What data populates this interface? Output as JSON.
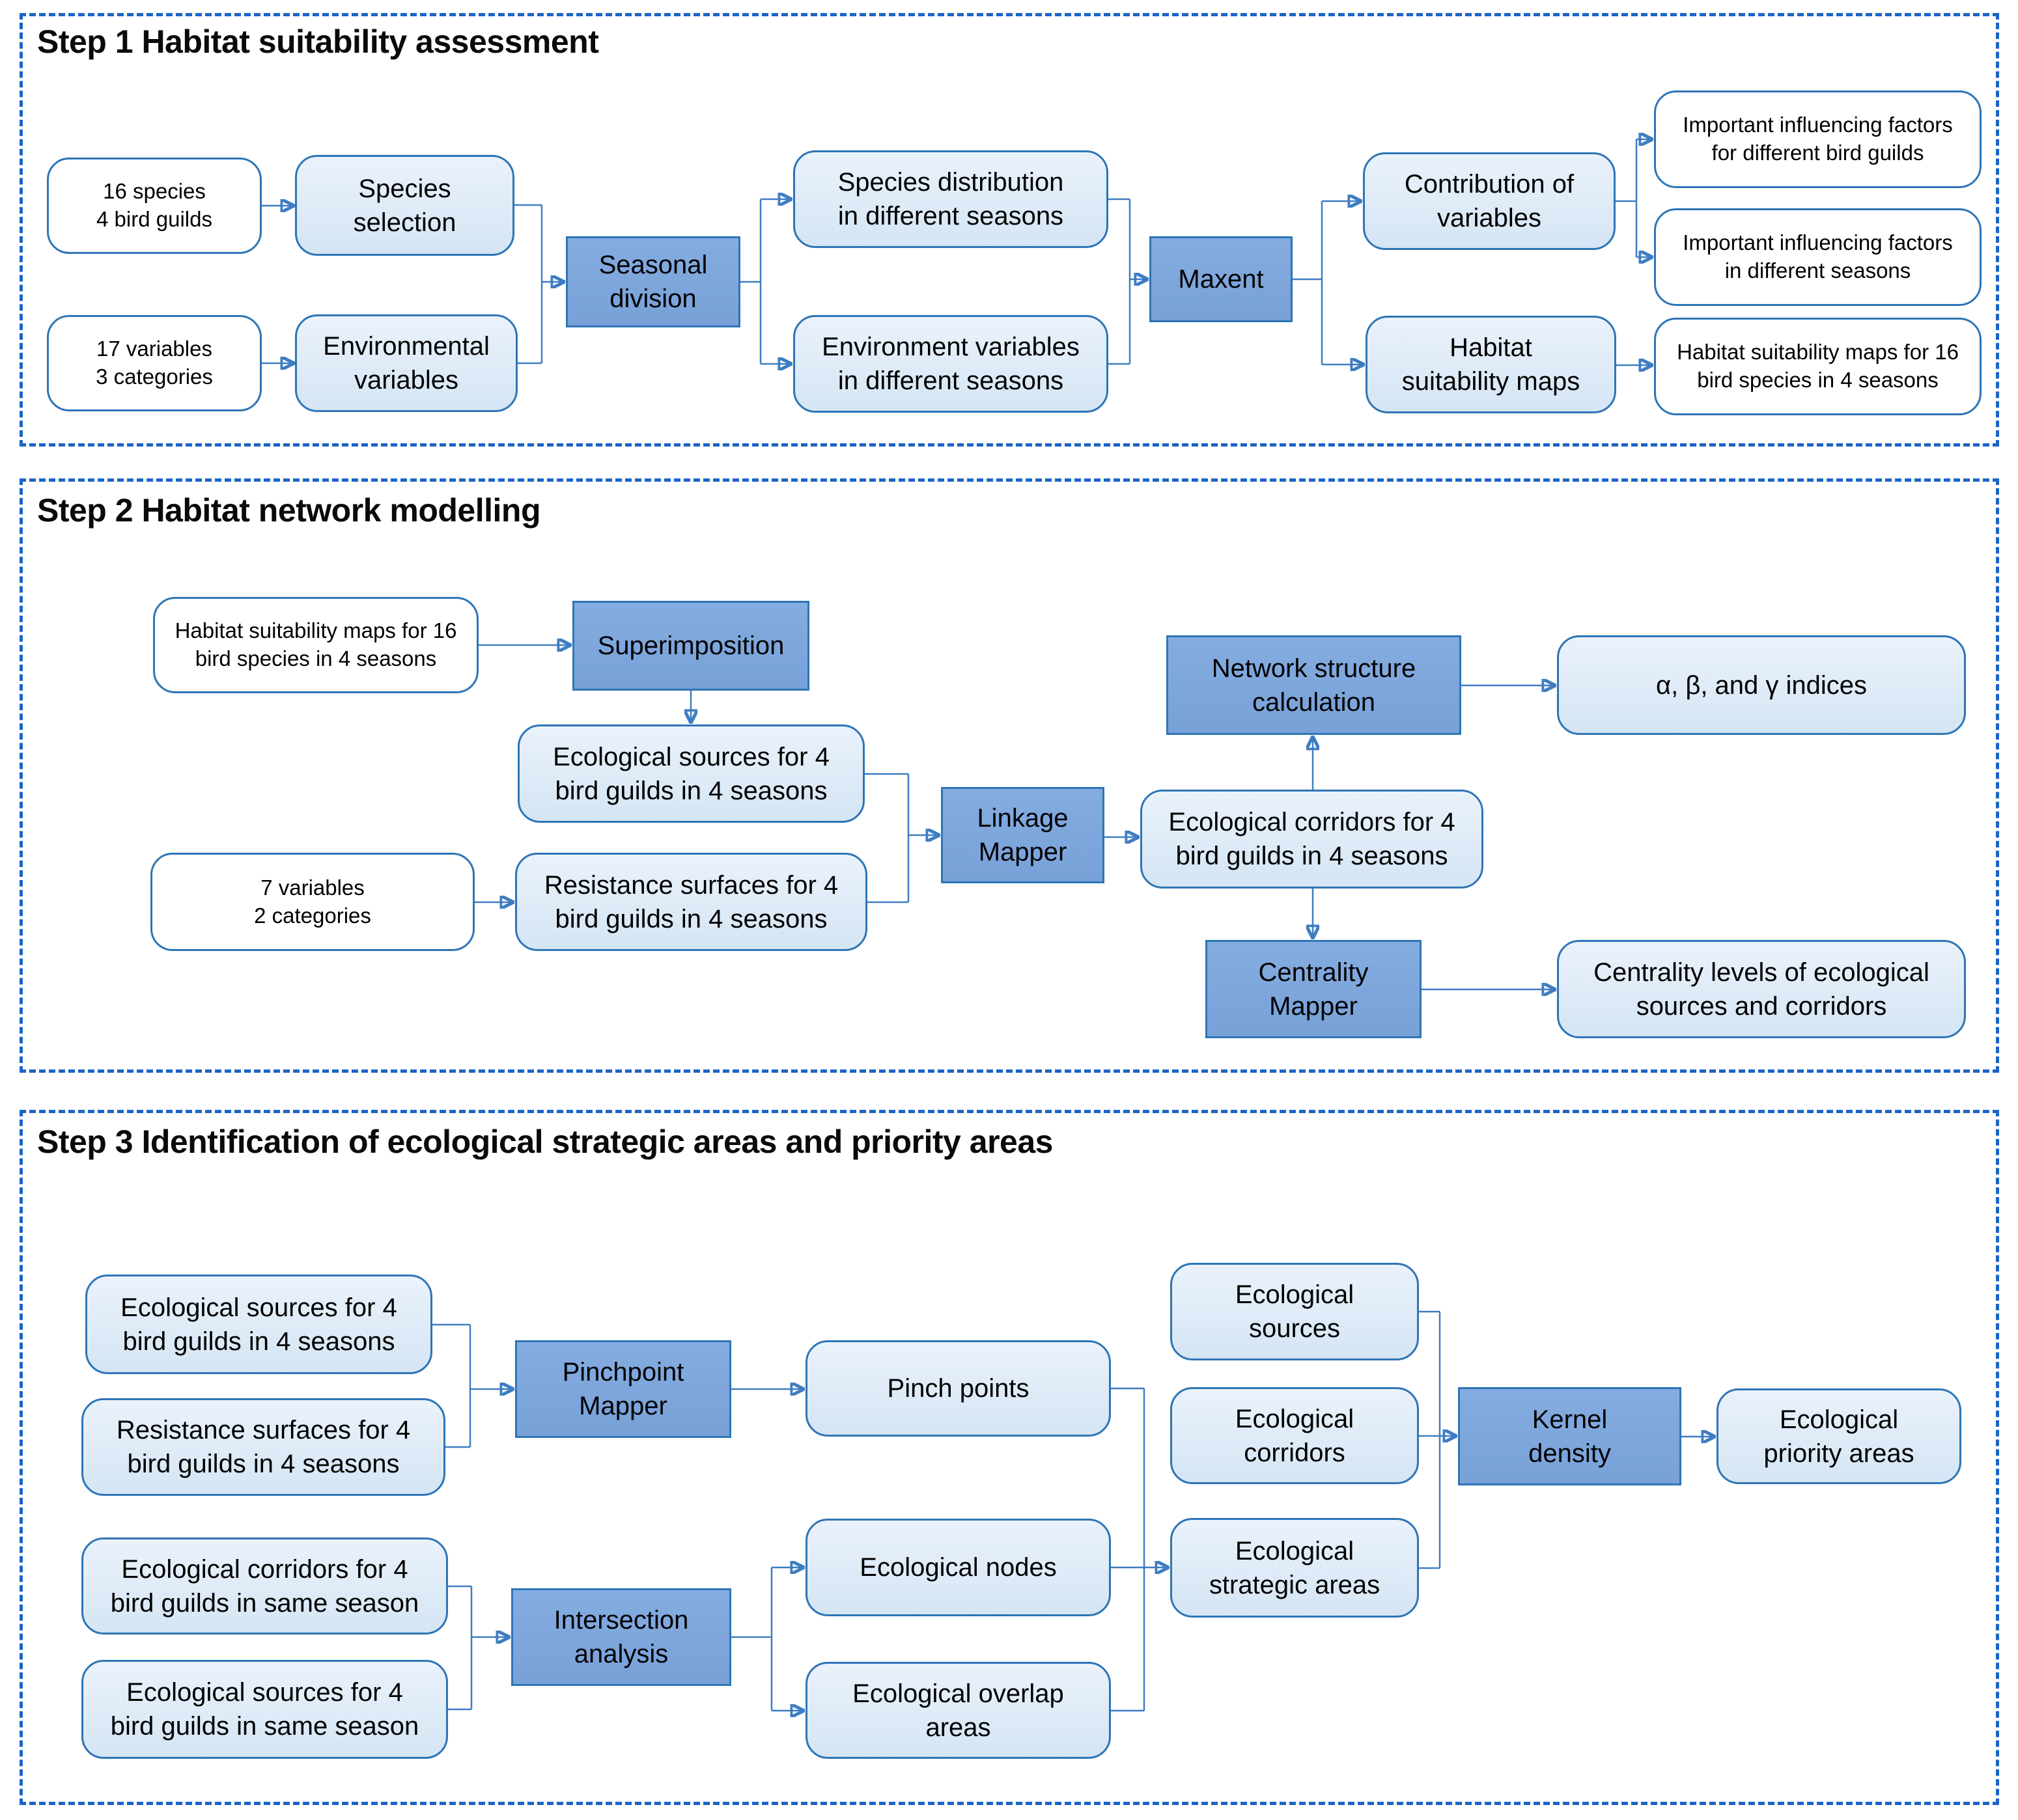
{
  "colors": {
    "panel_border": "#1B64C8",
    "box_border": "#2E75B6",
    "box_dark_fill": "#7DA5DB",
    "box_light_fill": "#DCE9F6",
    "box_white_fill": "#FFFFFF",
    "connector": "#3E7DC2",
    "text": "#000000"
  },
  "figure": {
    "panels": [
      {
        "title": "Step 1 Habitat suitability assessment",
        "nodes": [
          {
            "label": "16 species\n4 bird guilds"
          },
          {
            "label": "Species\nselection"
          },
          {
            "label": "17 variables\n3 categories"
          },
          {
            "label": "Environmental\nvariables"
          },
          {
            "label": "Seasonal\ndivision"
          },
          {
            "label": "Species distribution\nin different seasons"
          },
          {
            "label": "Environment variables\nin different seasons"
          },
          {
            "label": "Maxent"
          },
          {
            "label": "Contribution of\nvariables"
          },
          {
            "label": "Habitat\nsuitability maps"
          },
          {
            "label": "Important influencing factors\nfor different bird guilds"
          },
          {
            "label": "Important influencing factors\nin different seasons"
          },
          {
            "label": "Habitat suitability maps for 16\nbird species in 4 seasons"
          }
        ]
      },
      {
        "title": "Step 2 Habitat network modelling",
        "nodes": [
          {
            "label": "Habitat suitability maps for 16\nbird species in 4 seasons"
          },
          {
            "label": "Superimposition"
          },
          {
            "label": "Ecological sources for 4\nbird guilds in 4 seasons"
          },
          {
            "label": "7 variables\n2 categories"
          },
          {
            "label": "Resistance surfaces for 4\nbird guilds in 4 seasons"
          },
          {
            "label": "Linkage\nMapper"
          },
          {
            "label": "Ecological corridors for 4\nbird guilds in 4 seasons"
          },
          {
            "label": "Network structure\ncalculation"
          },
          {
            "label": "α, β, and γ indices"
          },
          {
            "label": "Centrality\nMapper"
          },
          {
            "label": "Centrality levels of ecological\nsources and corridors"
          }
        ]
      },
      {
        "title": "Step 3 Identification of ecological strategic areas and priority areas",
        "nodes": [
          {
            "label": "Ecological sources for 4\nbird guilds in 4 seasons"
          },
          {
            "label": "Resistance surfaces for 4\nbird guilds in 4 seasons"
          },
          {
            "label": "Pinchpoint\nMapper"
          },
          {
            "label": "Pinch points"
          },
          {
            "label": "Ecological\nsources"
          },
          {
            "label": "Ecological\ncorridors"
          },
          {
            "label": "Ecological\nstrategic areas"
          },
          {
            "label": "Kernel\ndensity"
          },
          {
            "label": "Ecological\npriority areas"
          },
          {
            "label": "Ecological corridors for 4\nbird guilds in same season"
          },
          {
            "label": "Ecological sources for 4\nbird guilds in same season"
          },
          {
            "label": "Intersection\nanalysis"
          },
          {
            "label": "Ecological nodes"
          },
          {
            "label": "Ecological overlap\nareas"
          }
        ]
      }
    ]
  }
}
